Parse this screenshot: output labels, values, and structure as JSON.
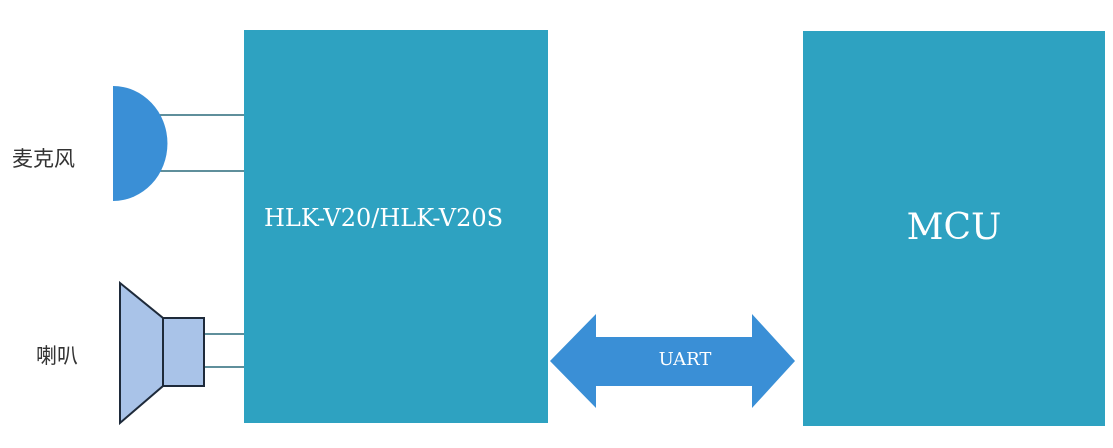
{
  "labels": {
    "microphone": "麦克风",
    "speaker": "喇叭"
  },
  "blocks": {
    "module": "HLK-V20/HLK-V20S",
    "mcu": "MCU"
  },
  "link": {
    "label": "UART"
  },
  "colors": {
    "block": "#2ea2c1",
    "microphone": "#3a8fd6",
    "arrow": "#3a8fd6",
    "speaker_fill": "#a9c3e8",
    "speaker_stroke": "#1e2a3a",
    "wire": "#2a6a7a",
    "label_text": "#333333"
  },
  "icons": {
    "microphone": "microphone-icon",
    "speaker": "speaker-icon",
    "link": "double-arrow-icon"
  }
}
